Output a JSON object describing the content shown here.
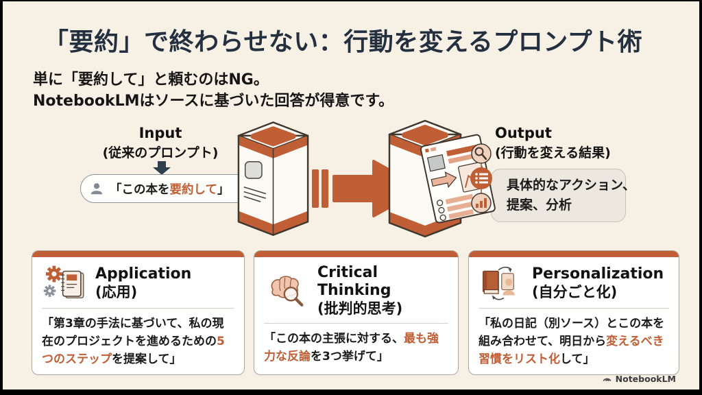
{
  "slide": {
    "title": "「要約」で終わらせない：行動を変えるプロンプト術",
    "subtitle_line1": "単に「要約して」と頼むのはNG。",
    "subtitle_line2": "NotebookLMはソースに基づいた回答が得意です。"
  },
  "diagram": {
    "input": {
      "label": "Input",
      "sublabel": "(従来のプロンプト)",
      "bubble_prefix": "「この本を",
      "bubble_highlight": "要約して",
      "bubble_suffix": "」"
    },
    "output": {
      "label": "Output",
      "sublabel": "(行動を変える結果)",
      "bubble_line1": "具体的なアクション、",
      "bubble_line2": "提案、分析"
    }
  },
  "cards": [
    {
      "icon": "gears-notebook-icon",
      "title_en": "Application",
      "title_jp": "(応用)",
      "body_pre": "「第3章の手法に基づいて、私の現在のプロジェクトを進めるための",
      "body_highlight": "5つのステップ",
      "body_post": "を提案して」"
    },
    {
      "icon": "brain-magnifier-icon",
      "title_en": "Critical Thinking",
      "title_jp": "(批判的思考)",
      "body_pre": "「この本の主張に対する、",
      "body_highlight": "最も強力な反論",
      "body_post": "を3つ挙げて」"
    },
    {
      "icon": "book-person-icon",
      "title_en": "Personalization",
      "title_jp": "(自分ごと化)",
      "body_pre": "「私の日記（別ソース）とこの本を組み合わせて、明日から",
      "body_highlight": "変えるべき習慣をリスト化",
      "body_post": "して」"
    }
  ],
  "footer": {
    "brand": "NotebookLM"
  },
  "colors": {
    "background": "#F6F0E5",
    "title": "#24303F",
    "accent_orange": "#C05E35",
    "card_bar": "#C05E35",
    "output_bubble_bg": "#ECE8DF",
    "arrow_navy": "#31404F"
  }
}
